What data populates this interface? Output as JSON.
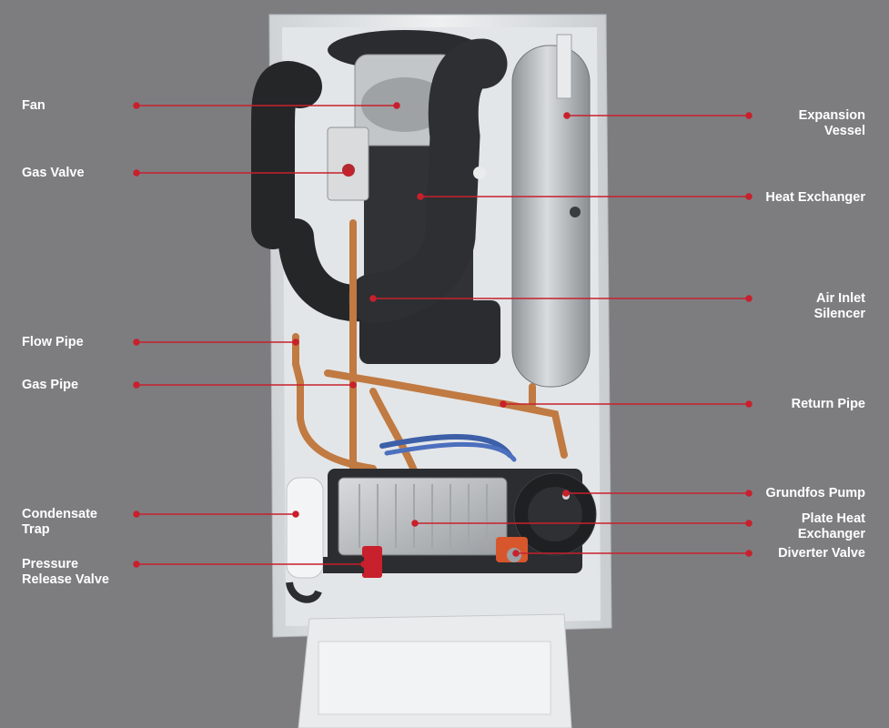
{
  "colors": {
    "background": "#7d7d80",
    "leader_line": "#c8202c",
    "label_text": "#ffffff"
  },
  "labels": {
    "fan": "Fan",
    "gas_valve": "Gas Valve",
    "flow_pipe": "Flow Pipe",
    "gas_pipe": "Gas Pipe",
    "condensate_trap": "Condensate\nTrap",
    "pressure_release_valve": "Pressure\nRelease Valve",
    "expansion_vessel": "Expansion\nVessel",
    "heat_exchanger": "Heat Exchanger",
    "air_inlet_silencer": "Air Inlet\nSilencer",
    "return_pipe": "Return Pipe",
    "grundfos_pump": "Grundfos Pump",
    "plate_heat_exchanger": "Plate Heat\nExchanger",
    "diverter_valve": "Diverter Valve"
  }
}
